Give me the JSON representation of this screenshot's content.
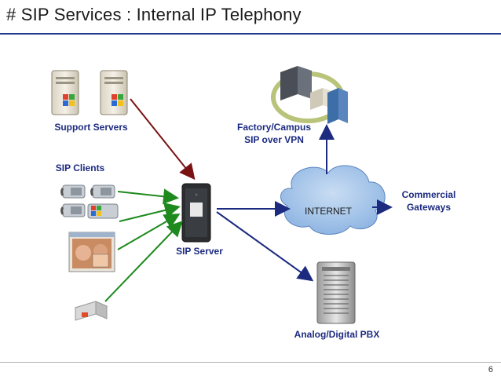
{
  "title": "# SIP Services : Internal IP Telephony",
  "page_number": "6",
  "labels": {
    "support_servers": "Support Servers",
    "sip_clients": "SIP Clients",
    "sip_server": "SIP Server",
    "factory_campus_line1": "Factory/Campus",
    "factory_campus_line2": "SIP over VPN",
    "internet": "INTERNET",
    "commercial_line1": "Commercial",
    "commercial_line2": "Gateways",
    "pbx": "Analog/Digital PBX"
  },
  "colors": {
    "title_rule": "#1f3a8a",
    "label_text": "#1c2a80",
    "arrow_support": "#7a1212",
    "arrow_clients": "#1e8a1e",
    "arrow_network": "#1c2a80",
    "cloud_fill": "#9bc0e6"
  }
}
